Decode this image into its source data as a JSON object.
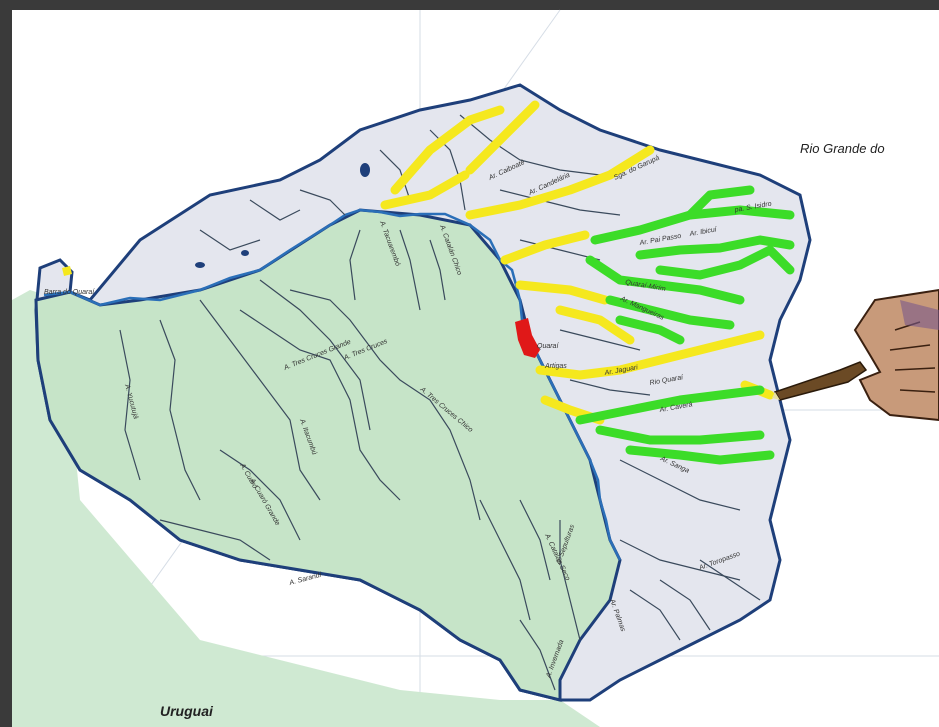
{
  "region_labels": {
    "brazil_state": "Rio Grande do",
    "uruguay": "Uruguai"
  },
  "place_labels": {
    "barra": "Barra do Quaraí",
    "quarai": "Quaraí",
    "artigas": "Artigas"
  },
  "river_labels": [
    "A. Catalán Chico",
    "A. Tacuarembó",
    "A. Yucutujá",
    "A. Tres Cruces",
    "A. Tres Cruces Grande",
    "A. Tres Cruces Chico",
    "A. Itacumbú",
    "A. Cuaró",
    "A. Cuaró Grande",
    "A. Sepulturas",
    "A. Catalán Seco",
    "A. Invernada",
    "A. Sarandí",
    "Ar. Caiboaté",
    "Ar. Candelária",
    "Sga. do Garupá",
    "Ar. Pai Passo",
    "pa. S. Isidro",
    "Ar. Ibicuí",
    "Quaraí-Mirim",
    "Ar. Mangueiras",
    "Ar. Jaguari",
    "Rio Quaraí",
    "Ar. Caverá",
    "Ar. Sanga",
    "Ar. Toropasso",
    "Ar. Palmas"
  ],
  "colors": {
    "uruguay_green": "#c6e4c8",
    "brazil_grey": "#e4e6ee",
    "border_line": "#1e3f7a",
    "river_blue": "#2a6fb8",
    "stream_dark": "#3a4a5c",
    "highlight_yellow": "#f5e81e",
    "highlight_green": "#3cdc28",
    "highlight_red": "#e01818"
  },
  "icons": {
    "hand": "hand-with-marker-icon"
  }
}
